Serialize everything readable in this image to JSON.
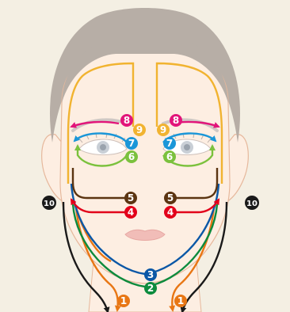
{
  "colors": {
    "background": "#f4efe3",
    "hair": "#b7aea6",
    "skin": "#fdeee2",
    "skin_outline": "#e6b89c",
    "lips": "#f1bdb8",
    "brow": "#cfc8c4",
    "iris": "#c9cfd6"
  },
  "markers": {
    "m1": {
      "label": "1",
      "color": "#e87614",
      "meaning": "orange path"
    },
    "m2": {
      "label": "2",
      "color": "#0d8b3d"
    },
    "m3": {
      "label": "3",
      "color": "#0b57a6"
    },
    "m4": {
      "label": "4",
      "color": "#e2001a"
    },
    "m5": {
      "label": "5",
      "color": "#5b3411"
    },
    "m6": {
      "label": "6",
      "color": "#7bc13d"
    },
    "m7": {
      "label": "7",
      "color": "#1a96d8"
    },
    "m8": {
      "label": "8",
      "color": "#e2157a"
    },
    "m9": {
      "label": "9",
      "color": "#f1b330"
    },
    "m10": {
      "label": "10",
      "color": "#1a1a1a"
    }
  }
}
